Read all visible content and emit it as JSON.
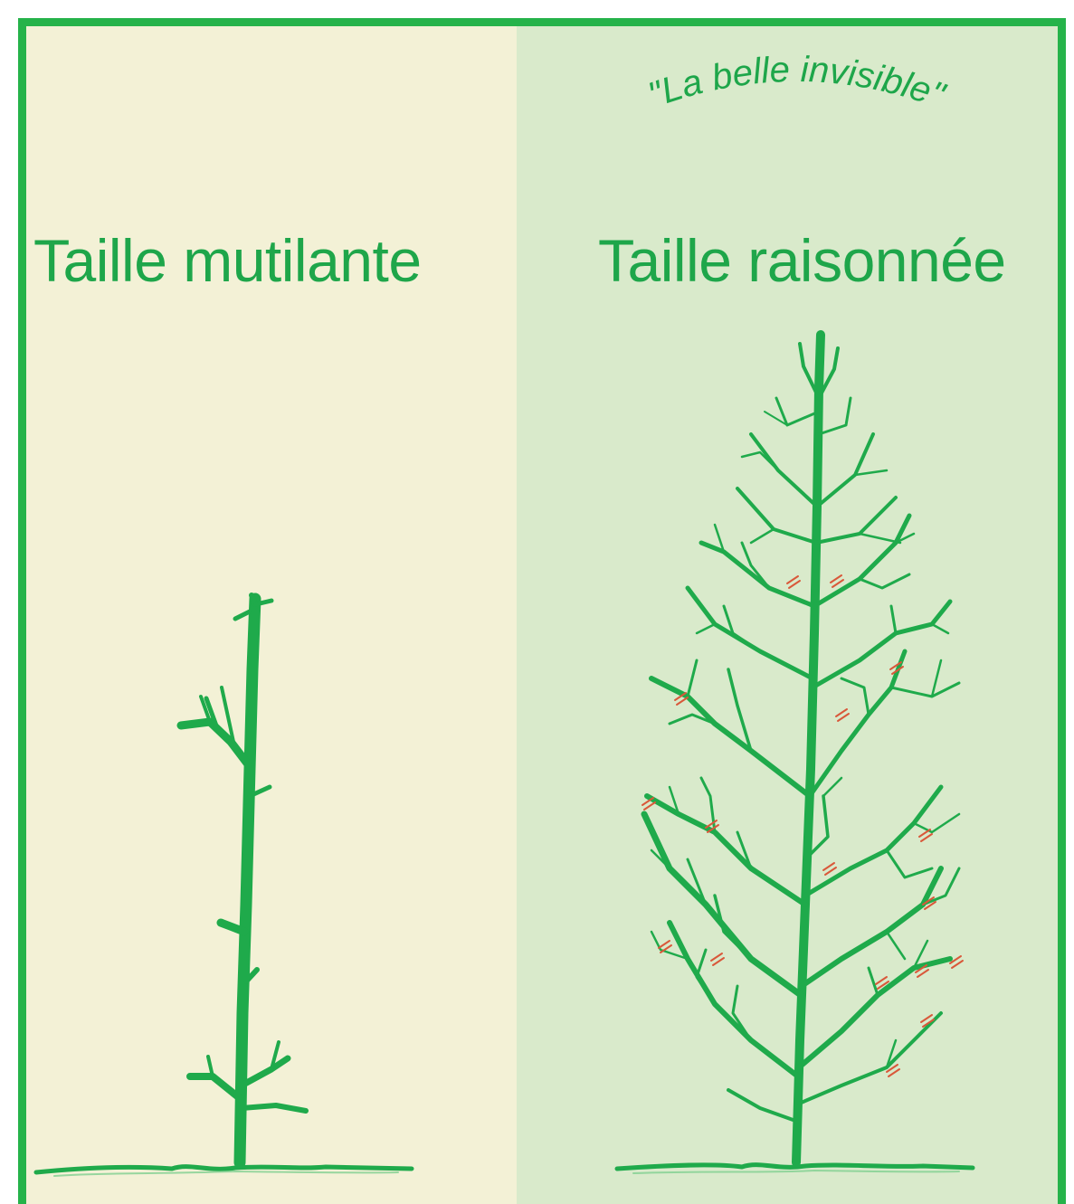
{
  "left_panel": {
    "title": "Taille mutilante"
  },
  "right_panel": {
    "subtitle": "\"La belle invisible\"",
    "title": "Taille raisonnée"
  },
  "colors": {
    "border": "#26b34a",
    "tree": "#1faa4b",
    "text": "#1ea64a",
    "left_background": "#f3f1d6",
    "right_background": "#d9eacb",
    "cut_marks": "#d9583a"
  },
  "icons": {
    "left_illustration": "pollarded-tree-icon",
    "right_illustration": "pruned-tree-icon"
  }
}
